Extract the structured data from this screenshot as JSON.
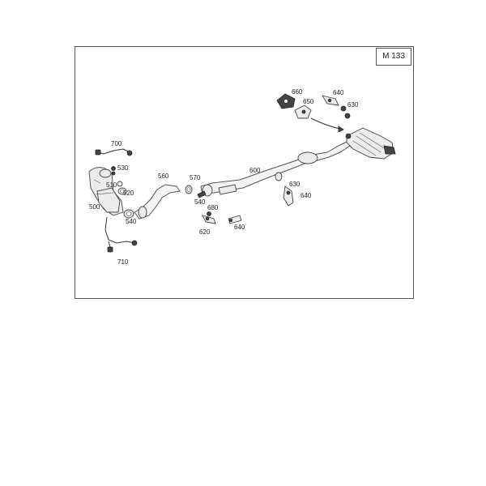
{
  "model_code": "M 133",
  "callouts": {
    "c500": "500",
    "c510": "510",
    "c520": "520",
    "c530": "530",
    "c540a": "540",
    "c540b": "540",
    "c560": "560",
    "c570": "570",
    "c600": "600",
    "c620": "620",
    "c630a": "630",
    "c630b": "630",
    "c640a": "640",
    "c640b": "640",
    "c640c": "640",
    "c650": "650",
    "c660": "660",
    "c680": "680",
    "c700": "700",
    "c710": "710"
  },
  "colors": {
    "line": "#444444",
    "fill": "#ececec",
    "text": "#222222"
  }
}
